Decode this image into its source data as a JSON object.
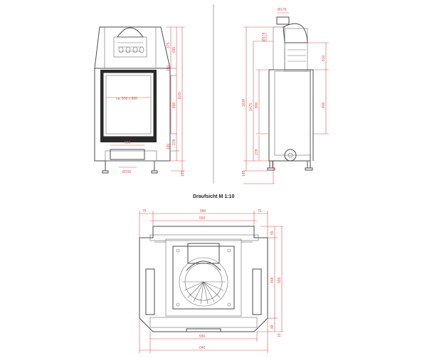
{
  "view_label": "Draufsicht M 1:10",
  "front": {
    "d_375": "375",
    "d_695": "695",
    "d_150": "150",
    "d_1165": "1165",
    "d_800": "800",
    "d_190": "190",
    "d_278": "278",
    "d_185": "185",
    "d_550": "550",
    "d_dia150": "Ø150",
    "window_label": "ca. 500 x 800"
  },
  "side": {
    "d_dia178_top": "Ø178",
    "d_dia178_side": "Ø178",
    "d_1638": "1638",
    "d_1475": "1475",
    "d_800": "800",
    "d_278": "278",
    "d_185": "185",
    "d_510": "510",
    "d_800_right": "800"
  },
  "top": {
    "d_75_left": "75",
    "d_580": "580",
    "d_75_right": "75",
    "d_550_top": "550",
    "d_55": "55",
    "d_448": "448",
    "d_555": "555",
    "d_48": "48",
    "d_15": "15",
    "d_550_bottom": "550",
    "d_640": "640"
  }
}
